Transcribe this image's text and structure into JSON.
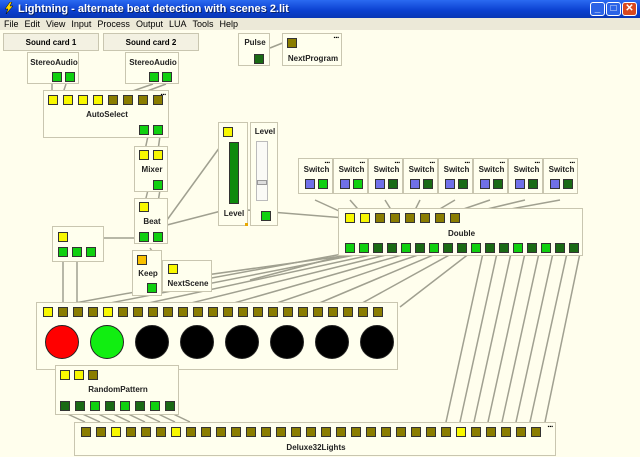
{
  "window": {
    "title": "Lightning - alternate beat detection with scenes 2.lit"
  },
  "menu": [
    "File",
    "Edit",
    "View",
    "Input",
    "Process",
    "Output",
    "LUA",
    "Tools",
    "Help"
  ],
  "tabs": [
    "Sound card 1",
    "Sound card 2"
  ],
  "nodes": {
    "stereo1": "StereoAudio",
    "stereo2": "StereoAudio",
    "pulse": "Pulse",
    "nextprogram": "NextProgram",
    "autoselect": "AutoSelect",
    "mixer": "Mixer",
    "beat": "Beat",
    "level": "Level",
    "level_slider": "Level",
    "keep": "Keep",
    "nextscene": "NextScene",
    "double": "Double",
    "randompattern": "RandomPattern",
    "deluxe": "Deluxe32Lights",
    "switch": "Switch"
  },
  "lights": [
    "red",
    "green",
    "black",
    "black",
    "black",
    "black",
    "black",
    "black"
  ],
  "colors": {
    "titlebar": "#0a3fcf",
    "canvas": "#fffeed",
    "yellow": "#f8f800",
    "olive": "#8a7d00",
    "green": "#10d010",
    "darkgreen": "#1a6a14",
    "blue": "#7070e8",
    "wire": "#a0a090"
  }
}
